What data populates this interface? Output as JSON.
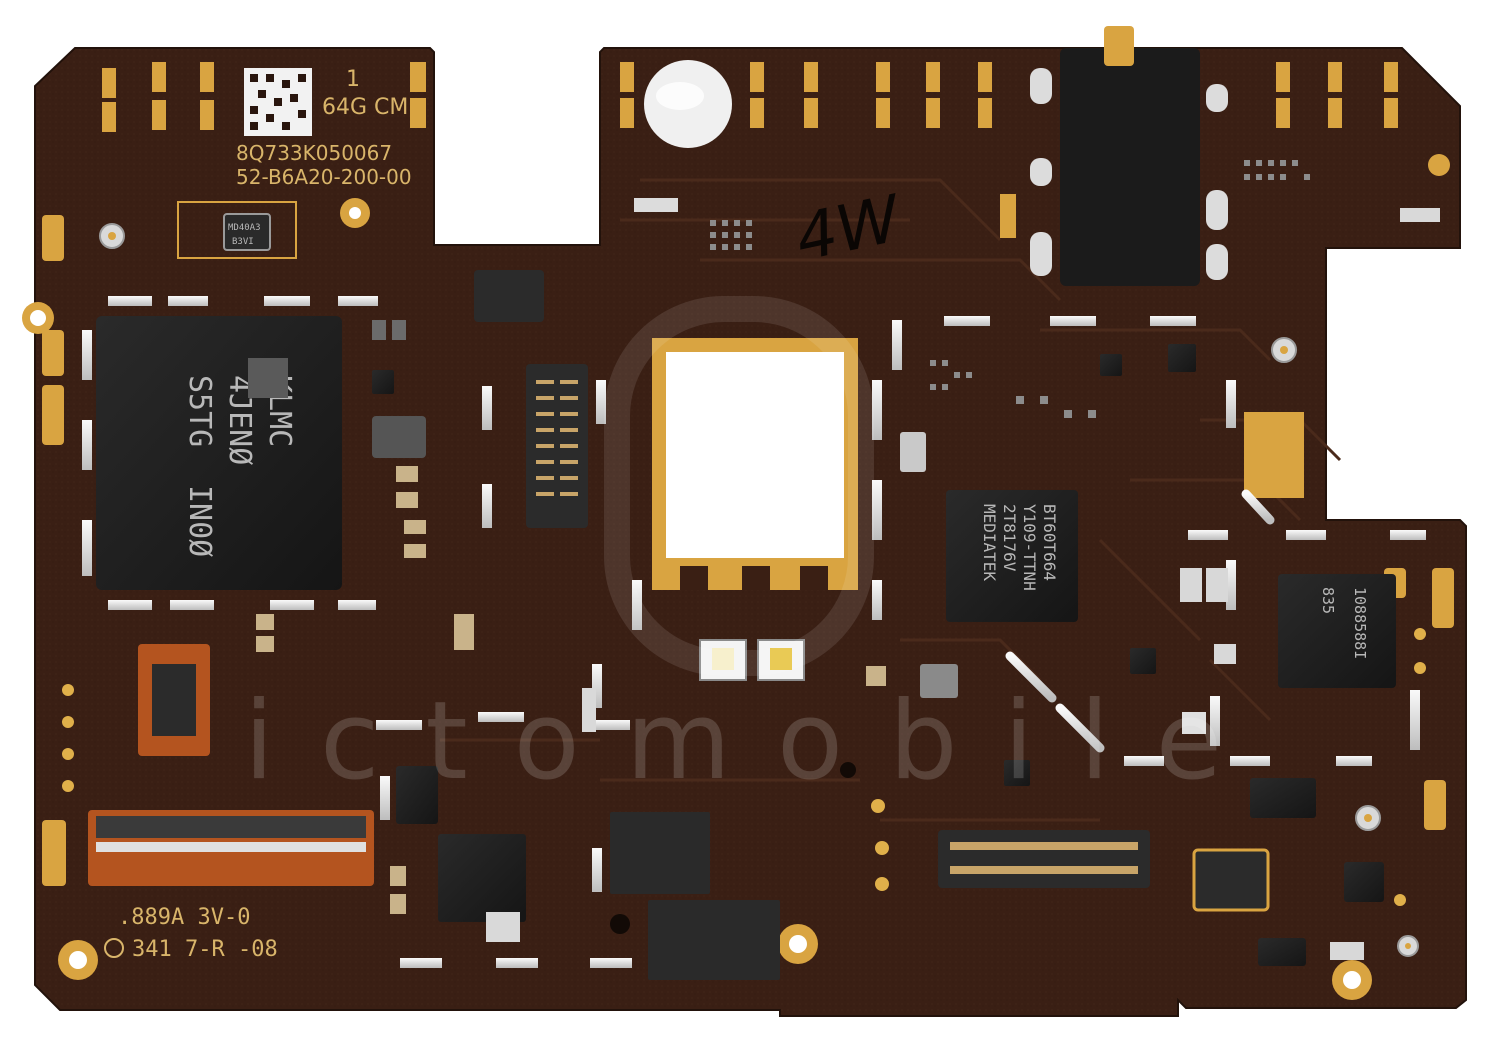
{
  "board": {
    "colors": {
      "pcb": "#3a1f14",
      "pcb_dark": "#2a160e",
      "gold": "#d9a441",
      "silver": "#e8e8e8",
      "chip": "#1f1f1f",
      "connector": "#bfbfbf",
      "flex": "#b4541f"
    }
  },
  "labels": {
    "rev": "1",
    "capacity": "64G CM",
    "serial": "8Q733K050067",
    "part_no": "52-B6A20-200-00",
    "code_a": ".889A 3V-0",
    "code_b": "341 7-R -08",
    "handwritten": "4W"
  },
  "chips": {
    "memory_line1": "KLMC",
    "memory_line2": "4JENØ",
    "memory_line3": "S5TG",
    "memory_line4": "IN0Ø",
    "soc_line1": "MEDIATEK",
    "soc_line2": "2T8176V",
    "soc_line3": "Y109-TTNH",
    "soc_line4": "BT60T664",
    "pmic_line1": "1088588I",
    "pmic_line2": "835",
    "osc_top_line1": "MD40A3",
    "osc_top_line2": "B3VI"
  },
  "watermark": {
    "text": "ictomobile"
  }
}
